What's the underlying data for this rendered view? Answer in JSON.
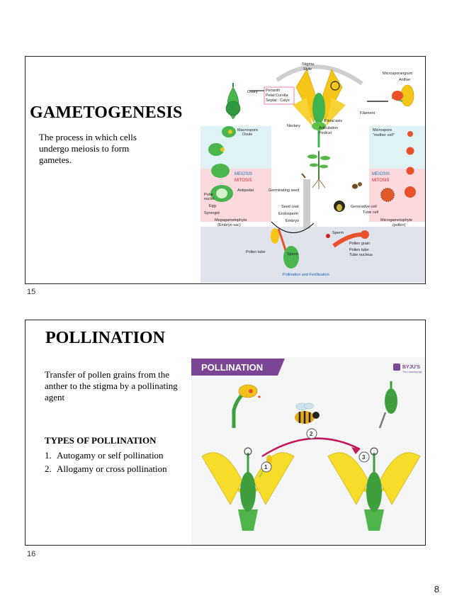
{
  "slide1": {
    "number": "15",
    "title": "GAMETOGENESIS",
    "body": "The process in which cells undergo meiosis to form gametes.",
    "diagram": {
      "labels": {
        "stigma": "Stigma",
        "style": "Style",
        "microsporangium": "Microsporangium",
        "anther": "Anther",
        "ovary": "Ovary",
        "perianth": "Perianth",
        "petal": "Petal:Corolla",
        "septal": "Septal : Calyx",
        "filament": "Filament",
        "floral_axis": "Floral axis",
        "nectary": "Nectary",
        "articulation": "Articulation",
        "pedicel": "Pedicel",
        "macrospore": "Macrospore",
        "ovule": "Ovule",
        "microspore": "Microspore",
        "mother_cell": "\"mother cell\"",
        "meiosis_left": "MEIOSIS",
        "mitosis_left": "MITOSIS",
        "meiosis_right": "MEIOSIS",
        "mitosis_right": "MITOSIS",
        "germinating_seed": "Germinating seed",
        "antipodal": "Antipodal",
        "polar": "Polar",
        "nuclei": "nuclei",
        "egg": "Egg",
        "synergid": "Synergid",
        "megagametophyte": "Megagametophyte",
        "embryo_sac": "(Embryo sac)",
        "seed_coat": "Seed coat",
        "endosperm": "Endosperm",
        "embryo": "Embryo",
        "generative_cell": "Generative cell",
        "tube_cell": "Tube cell",
        "microgametophyte": "Microgametophyte",
        "pollen": "(pollen)",
        "sperm_top": "Sperm",
        "pollen_grain": "Pollen grain",
        "pollen_tube_right": "Pollen tube",
        "tube_nucleus": "Tube nucleus",
        "pollen_tube_left": "Pollen tube",
        "sperm_bottom": "Sperm",
        "pollination_fertilization": "Pollination and Fertilization"
      }
    }
  },
  "slide2": {
    "number": "16",
    "title": "POLLINATION",
    "body": "Transfer of pollen grains from the anther to the stigma by a pollinating agent",
    "types_heading": "TYPES OF POLLINATION",
    "types": [
      {
        "n": "1.",
        "text": "Autogamy or self pollination"
      },
      {
        "n": "2.",
        "text": "Allogamy or cross pollination"
      }
    ],
    "figure": {
      "banner": "POLLINATION",
      "brand": "BYJU'S",
      "brand_sub": "The Learning App",
      "step1": "1",
      "step2": "2",
      "step3": "3"
    }
  },
  "page_number": "8"
}
